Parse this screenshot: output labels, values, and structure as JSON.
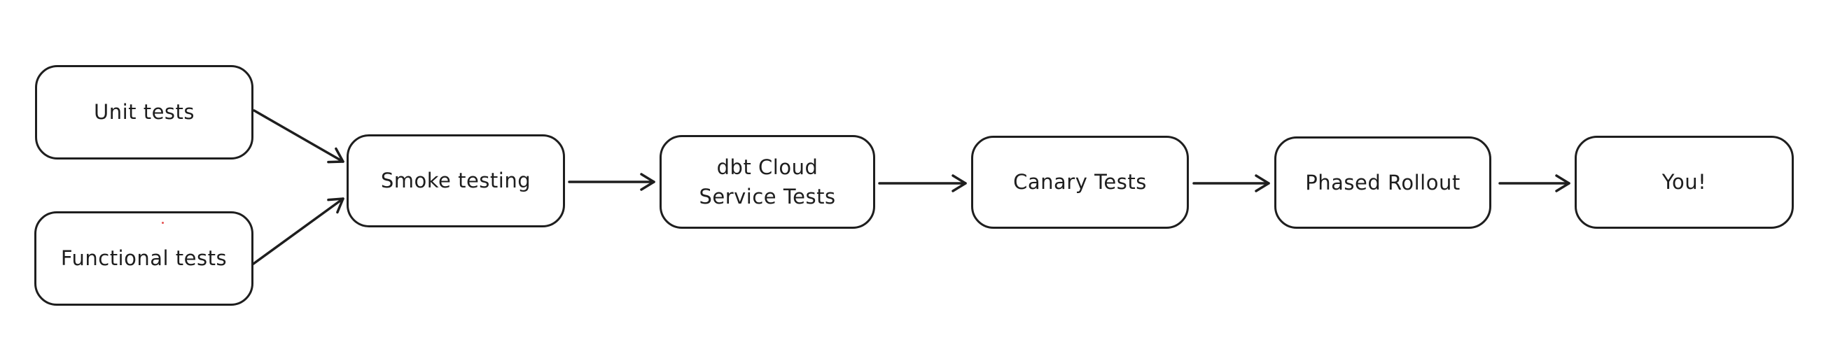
{
  "diagram": {
    "background_color": "#ffffff",
    "stroke_color": "#1e1e1e",
    "nodes": [
      {
        "id": "unit-tests",
        "label": "Unit tests"
      },
      {
        "id": "functional-tests",
        "label": "Functional tests"
      },
      {
        "id": "smoke-testing",
        "label": "Smoke testing"
      },
      {
        "id": "dbt-cloud-service-tests",
        "label": "dbt Cloud\nService Tests"
      },
      {
        "id": "canary-tests",
        "label": "Canary Tests"
      },
      {
        "id": "phased-rollout",
        "label": "Phased Rollout"
      },
      {
        "id": "you",
        "label": "You!"
      }
    ],
    "edges": [
      {
        "from": "unit-tests",
        "to": "smoke-testing"
      },
      {
        "from": "functional-tests",
        "to": "smoke-testing"
      },
      {
        "from": "smoke-testing",
        "to": "dbt-cloud-service-tests"
      },
      {
        "from": "dbt-cloud-service-tests",
        "to": "canary-tests"
      },
      {
        "from": "canary-tests",
        "to": "phased-rollout"
      },
      {
        "from": "phased-rollout",
        "to": "you"
      }
    ]
  }
}
